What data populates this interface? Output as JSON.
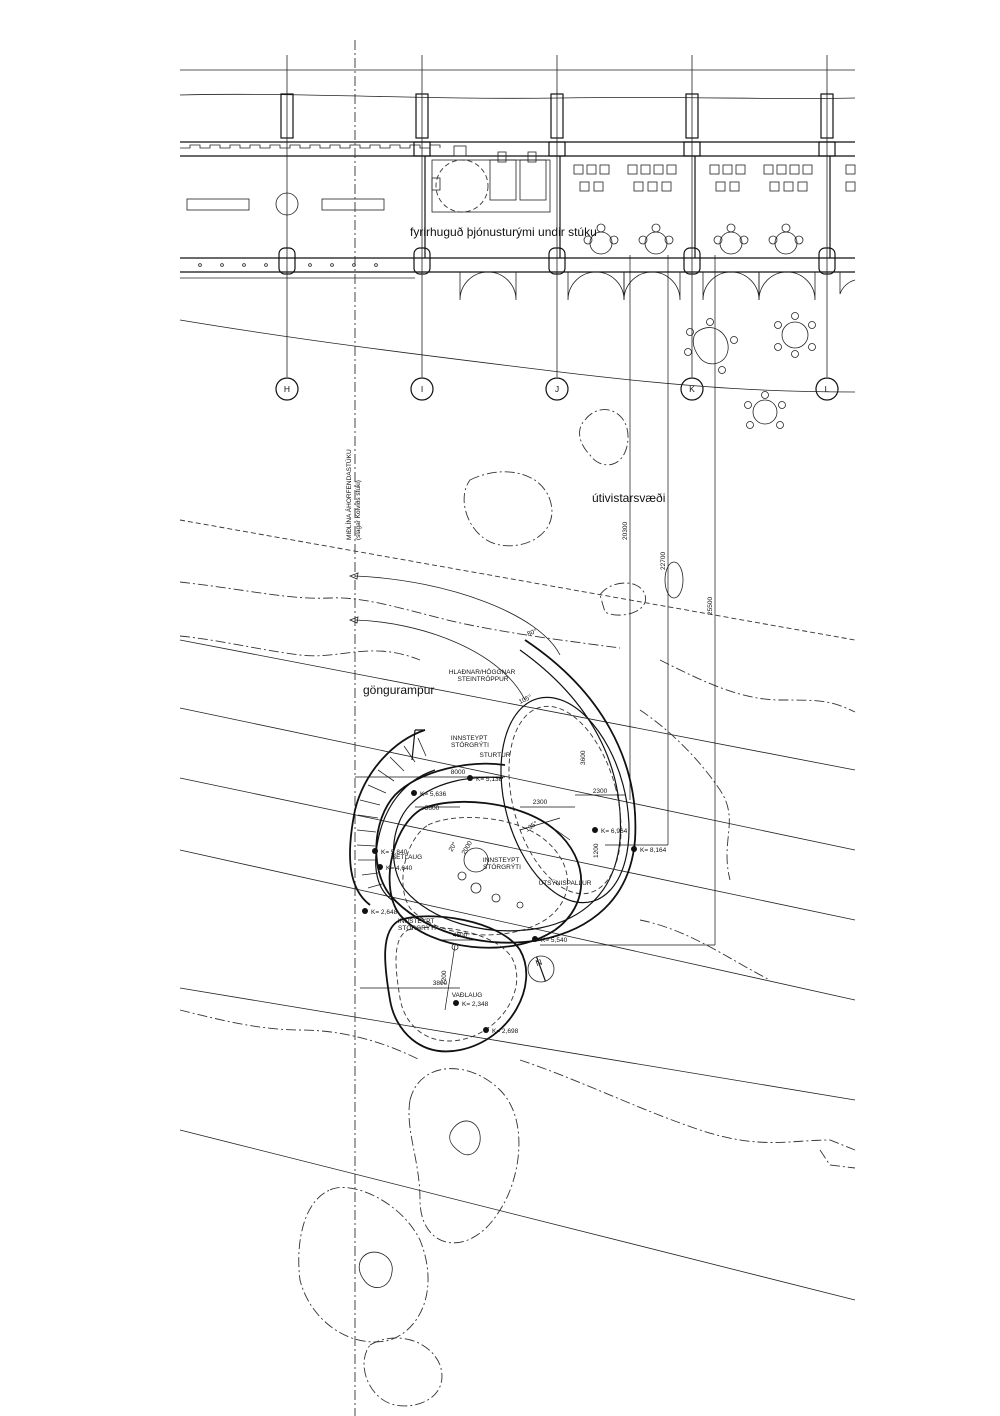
{
  "labels": {
    "service_space": "fyrirhuguð þjónusturými undir stúku",
    "outdoor_area": "útivistarsvæði",
    "ramp": "göngurampur",
    "stone_steps": [
      "HLAÐNAR/HÖGGNAR",
      "STEINTRÖPPUR"
    ],
    "boulders_1": [
      "INNSTEYPT",
      "STÓRGRÝTI"
    ],
    "boulders_2": [
      "INNSTEYPT",
      "STÓRGRÝTI"
    ],
    "boulders_3": [
      "INNSTEYPT",
      "STÓRGRÝTI"
    ],
    "showers": "STURTUR",
    "sitting_pool": "SETLAUG",
    "lookout": "ÚTSÝNISPALLUR",
    "wading_pool": "VAÐLAUG",
    "centerline": [
      "MIÐLÍNA ÁHORFENDASTÚKU",
      "(slagar Kolviðs stúki)"
    ]
  },
  "grid_axes": [
    "H",
    "I",
    "J",
    "K",
    "L"
  ],
  "elevations": {
    "e1": "K= 5,138",
    "e2": "K= 5,636",
    "e3": "K= 6,964",
    "e4": "K= 8,164",
    "e5": "K= 5,840",
    "e6": "K= 4,640",
    "e7": "K= 2,648",
    "e8": "K= 5,540",
    "e9": "K= 2,348",
    "e10": "K= 2,698"
  },
  "dimensions": {
    "d8000": "8000",
    "d5600": "5600",
    "d2300a": "2300",
    "d2300b": "2300",
    "d20300": "20300",
    "d22700": "22700",
    "d25500": "25500",
    "d4600": "4600",
    "d7200": "7200",
    "d3800": "3800",
    "d3600": "3600",
    "d1200": "1200",
    "d2000": "2000",
    "a80": "80°",
    "a105": "105°",
    "a135": "135°",
    "a20": "20°"
  },
  "north_label": "N"
}
